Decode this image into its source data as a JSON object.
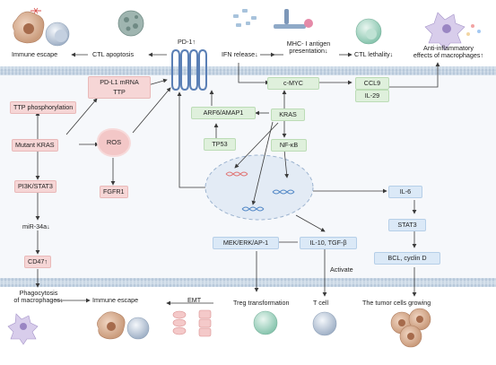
{
  "colors": {
    "membrane": "#c7d7e6",
    "cytoplasm": "#f3f6fa",
    "nucleus": "#dce6f2",
    "pink_box": "#f6d6d6",
    "green_box": "#dff0dc",
    "blue_box": "#dbe9f7",
    "arrow": "#3a3a3a",
    "receptor": "#5a7fb5"
  },
  "top": {
    "immune_escape": "Immune escape",
    "ctl_apoptosis": "CTL apoptosis",
    "pd1": "PD-1↑",
    "ifn_release": "IFN release↓",
    "mhc_line1": "MHC- Ⅰ antigen",
    "mhc_line2": "presentation↓",
    "ctl_lethality": "CTL lethality↓",
    "anti_line1": "Anti-inflammatory",
    "anti_line2": "effects of macrophages↑"
  },
  "cell": {
    "ttp_phosphorylation": "TTP phosphorylation",
    "pdl1_mrna": "PD-L1 mRNA",
    "ttp": "TTP",
    "mutant_kras": "Mutant KRAS",
    "ros": "ROS",
    "pi3k_stat3": "PI3K/STAT3",
    "fgfr1": "FGFR1",
    "mir34a": "miR-34a↓",
    "cd47": "CD47↑",
    "c_myc": "c-MYC",
    "ccl9": "CCL9",
    "il29": "IL-29",
    "kras": "KRAS",
    "arf6_amap1": "ARF6/AMAP1",
    "tp53": "TP53",
    "nfkb": "NF-κB",
    "il6": "IL-6",
    "stat3": "STAT3",
    "bcl_cyclin": "BCL, cyclin D",
    "il10_tgf": "IL-10, TGF-β",
    "mek_erk": "MEK/ERK/AP-1",
    "activate": "Activate"
  },
  "bottom": {
    "phago_line1": "Phagocytosis",
    "phago_line2": "of macrophages↓",
    "immune_escape": "Immune escape",
    "emt": "EMT",
    "treg": "Treg transformation",
    "tcell": "T cell",
    "tumor_growing": "The tumor cells  growing"
  },
  "icons": [
    "tumor-cell-icon",
    "t-cell-icon",
    "macrophage-icon",
    "pd1-receptor-icon",
    "antigen-icon",
    "virus-icon",
    "nucleus-icon",
    "dna-icon",
    "epithelial-cells-icon",
    "treg-cell-icon"
  ]
}
